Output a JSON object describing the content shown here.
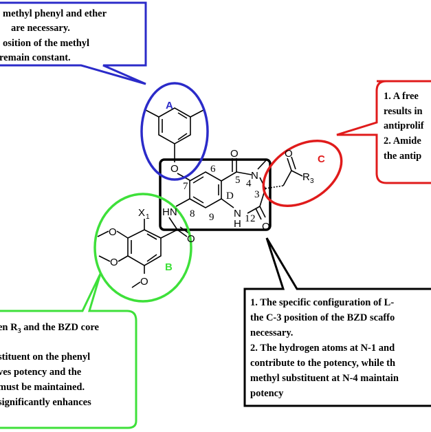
{
  "callouts": {
    "A": {
      "lines": [
        "methyl phenyl and ether",
        "are necessary.",
        "osition of the methyl",
        "remain constant."
      ],
      "color": "#2b2bc9"
    },
    "B": {
      "lines": [
        "en R3 and the BZD core",
        "",
        "stituent on the phenyl",
        "ves potency and the",
        "must be maintained.",
        "significantly enhances"
      ],
      "color": "#3ee03a"
    },
    "C": {
      "lines": [
        "1. A free",
        "results in",
        "antiprolif",
        "2. Amide",
        "the antip"
      ],
      "color": "#e01b1b"
    },
    "D": {
      "lines": [
        "1. The specific configuration of L-",
        "the C-3 position of the BZD scaffo",
        "necessary.",
        "2. The hydrogen atoms at N-1 and",
        "contribute to the potency, while th",
        "methyl substituent at N-4 maintain",
        "potency"
      ],
      "color": "#000000"
    }
  },
  "regions": {
    "A": {
      "label": "A",
      "color": "#2b2bc9"
    },
    "B": {
      "label": "B",
      "color": "#3ee03a"
    },
    "C": {
      "label": "C",
      "color": "#e01b1b"
    },
    "D": {
      "label": "D",
      "color": "#000000"
    }
  },
  "atoms": {
    "o_ether": "O",
    "o_top": "O",
    "n4": "N",
    "o_bottom": "O",
    "n1": "N",
    "h1": "H",
    "hn": "HN",
    "o_amide_b": "O",
    "x1": "X",
    "x1_sub": "1",
    "r3": "R",
    "r3_sub": "3",
    "o_c": "O",
    "o_b1": "O",
    "o_b2": "O",
    "o_b3": "O"
  },
  "numbers": {
    "n1": "1",
    "n2": "2",
    "n3": "3",
    "n4": "4",
    "n5": "5",
    "n6": "6",
    "n7": "7",
    "n8": "8",
    "n9": "9"
  }
}
